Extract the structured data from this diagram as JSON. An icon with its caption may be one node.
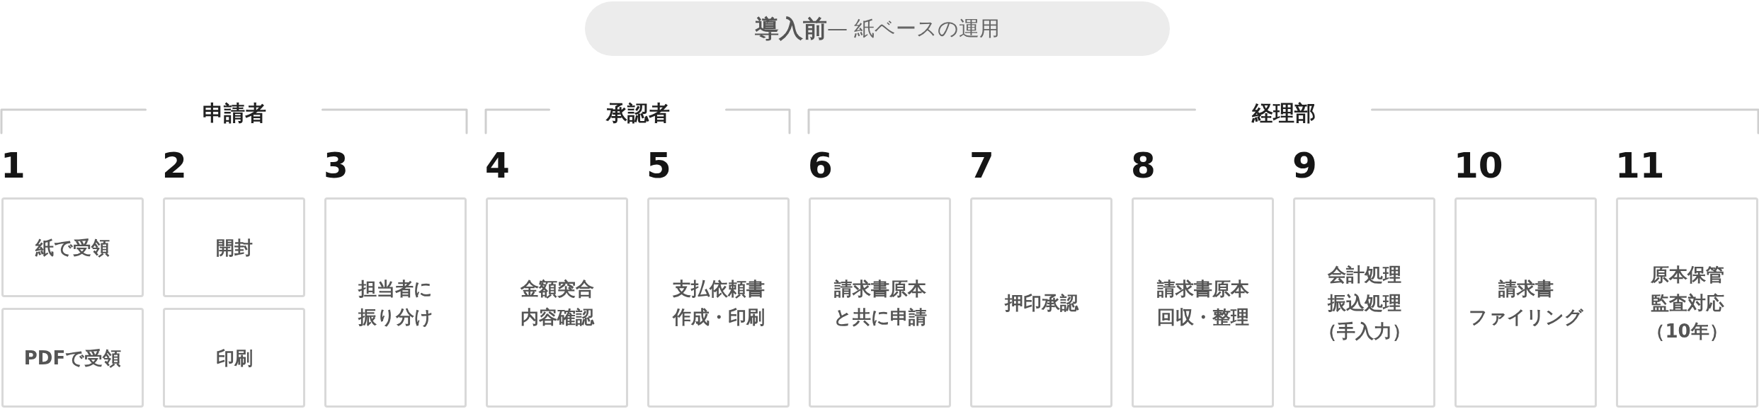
{
  "diagram": {
    "title": "**導入前**— 紙ベースの運用",
    "nodes": [
      {
        "text": [
          "紙で受領"
        ]
      },
      {
        "text": [
          "PDFで受領"
        ]
      },
      {
        "text": [
          "開封"
        ]
      },
      {
        "text": [
          "印刷"
        ]
      },
      {
        "text": [
          "担当者に振り分け"
        ]
      },
      {
        "text": [
          "金額突合内容確認"
        ]
      },
      {
        "text": [
          "支払依頼書作成・印刷"
        ]
      },
      {
        "text": [
          "請求書原本と共に申請"
        ]
      },
      {
        "text": [
          "押印承認"
        ]
      },
      {
        "text": [
          "請求書原本回収・整理"
        ]
      },
      {
        "text": [
          "会計処理振込処理（手入力）"
        ]
      },
      {
        "text": [
          "請求書ファイリング"
        ]
      },
      {
        "text": [
          "原本保管監査対応（10年）"
        ]
      }
    ],
    "labels": [
      "申請者",
      "承認者",
      "経理部",
      "1",
      "2",
      "3",
      "4",
      "5",
      "6",
      "7",
      "8",
      "9",
      "10",
      "11"
    ]
  }
}
